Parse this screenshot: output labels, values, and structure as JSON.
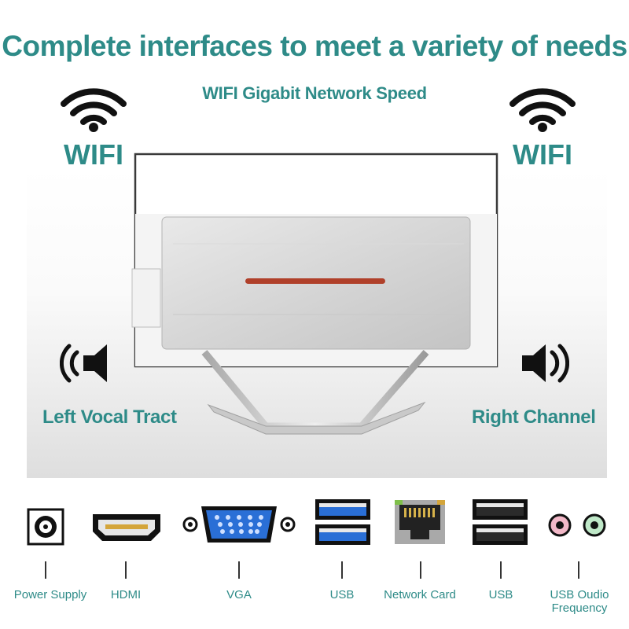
{
  "headline": "Complete interfaces to meet a variety of needs",
  "subheadline": "WIFI Gigabit Network Speed",
  "wifi": {
    "left_label": "WIFI",
    "right_label": "WIFI"
  },
  "audio": {
    "left_label": "Left Vocal Tract",
    "right_label": "Right Channel"
  },
  "ports": [
    {
      "label": "Power Supply",
      "icon": "dc-power-jack-icon"
    },
    {
      "label": "HDMI",
      "icon": "hdmi-port-icon"
    },
    {
      "label": "VGA",
      "icon": "vga-port-icon"
    },
    {
      "label": "USB",
      "icon": "usb3-port-icon"
    },
    {
      "label": "Network Card",
      "icon": "rj45-port-icon"
    },
    {
      "label": "USB",
      "icon": "usb2-port-icon"
    },
    {
      "label": "USB Oudio Frequency",
      "line1": "USB Oudio",
      "line2": "Frequency",
      "icon": "audio-jack-icon"
    }
  ],
  "colors": {
    "accent": "#2e8b88",
    "usb3_blue": "#2a6fd6",
    "led_strip": "#b0402a"
  }
}
